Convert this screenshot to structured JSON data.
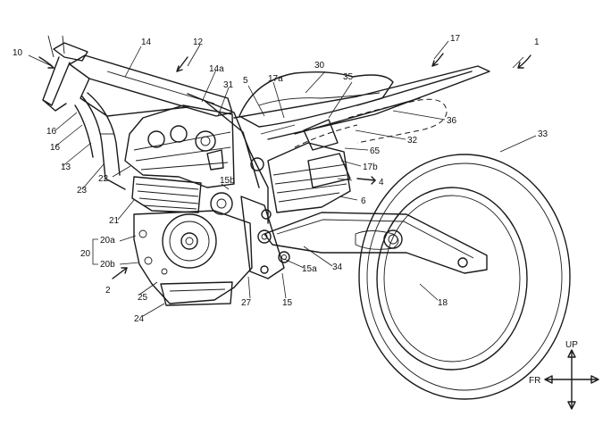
{
  "labels": {
    "l1": "1",
    "l2": "2",
    "l4": "4",
    "l5": "5",
    "l6": "6",
    "l10": "10",
    "l12": "12",
    "l13": "13",
    "l14": "14",
    "l14a": "14a",
    "l15": "15",
    "l15a": "15a",
    "l15b": "15b",
    "l16a": "16",
    "l16b": "16",
    "l17": "17",
    "l17a": "17a",
    "l17b": "17b",
    "l18": "18",
    "l20": "20",
    "l20a": "20a",
    "l20b": "20b",
    "l21": "21",
    "l22": "22",
    "l23": "23",
    "l24": "24",
    "l25": "25",
    "l27": "27",
    "l30": "30",
    "l31": "31",
    "l32": "32",
    "l33": "33",
    "l34": "34",
    "l35": "35",
    "l36": "36",
    "l65": "65"
  },
  "direction": {
    "up": "UP",
    "fr": "FR"
  }
}
